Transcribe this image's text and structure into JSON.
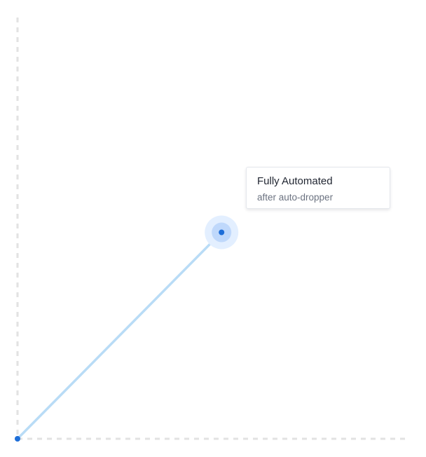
{
  "chart_data": {
    "type": "line",
    "title": "",
    "xlabel": "",
    "ylabel": "",
    "grid": false,
    "xlim": [
      0,
      1
    ],
    "ylim": [
      0,
      1
    ],
    "series": [
      {
        "points": [
          {
            "x": 0,
            "y": 0
          },
          {
            "x": 0.52,
            "y": 0.49
          }
        ]
      }
    ],
    "highlighted_point": {
      "x": 0.52,
      "y": 0.49
    },
    "tooltip": {
      "title": "Fully Automated",
      "subtitle": "after auto-dropper"
    }
  },
  "colors": {
    "line": "#b9dcf6",
    "point": "#1e6ed8",
    "halo_outer": "#e3efff",
    "halo_inner": "#bfd8fb",
    "axis": "#e2e2e2"
  }
}
